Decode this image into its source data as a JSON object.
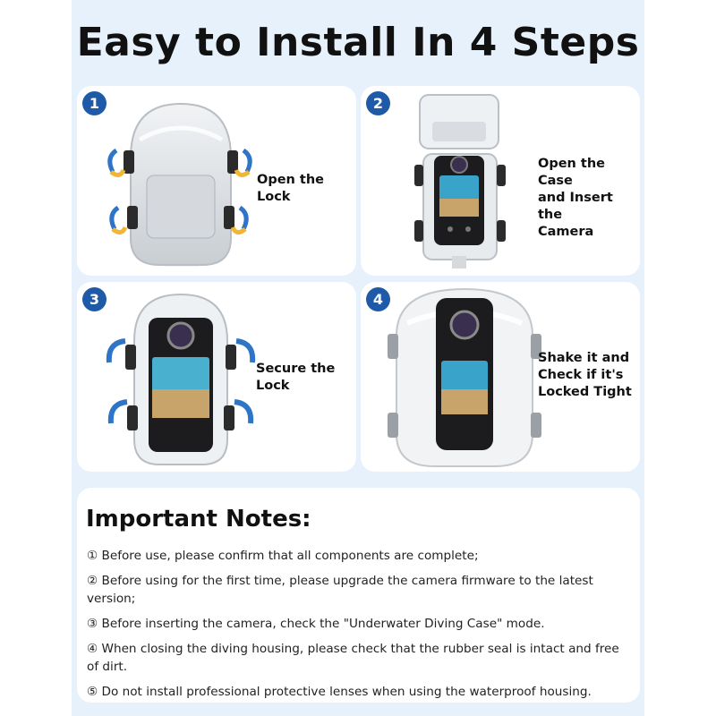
{
  "title": "Easy to Install In 4 Steps",
  "steps": [
    {
      "number": "1",
      "text": "Open the Lock"
    },
    {
      "number": "2",
      "text": "Open the Case\nand Insert the\nCamera"
    },
    {
      "number": "3",
      "text": "Secure the\nLock"
    },
    {
      "number": "4",
      "text": "Shake it and\nCheck if it's\nLocked Tight"
    }
  ],
  "notes": {
    "title": "Important Notes:",
    "items": [
      "① Before use, please confirm that all components are complete;",
      "② Before using for the first time, please upgrade the camera firmware to the latest version;",
      "③ Before inserting the camera, check the \"Underwater Diving Case\" mode.",
      "④ When closing the diving housing, please check that the rubber seal is intact and free of dirt.",
      "⑤ Do not install professional protective lenses when using the waterproof housing."
    ]
  },
  "colors": {
    "background": "#e7f1fb",
    "badge": "#1e5aa8",
    "arrow": "#2f75c7",
    "arrow_accent": "#f2b632"
  }
}
